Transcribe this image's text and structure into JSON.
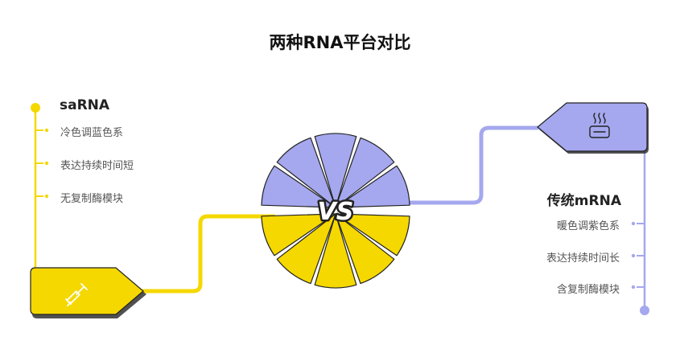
{
  "title": "两种RNA平台对比",
  "left": {
    "heading": "saRNA",
    "items": [
      "冷色调蓝色系",
      "表达持续时间短",
      "无复制酶模块"
    ],
    "color": "#F5D800",
    "icon": "syringe-icon"
  },
  "right": {
    "heading": "传统mRNA",
    "items": [
      "暖色调紫色系",
      "表达持续时间长",
      "含复制酶模块"
    ],
    "color": "#A5A8EE",
    "icon": "warm-dish-icon"
  },
  "center": {
    "top_color": "#A5A8EE",
    "bottom_color": "#F5D800",
    "vs_label": "VS"
  }
}
